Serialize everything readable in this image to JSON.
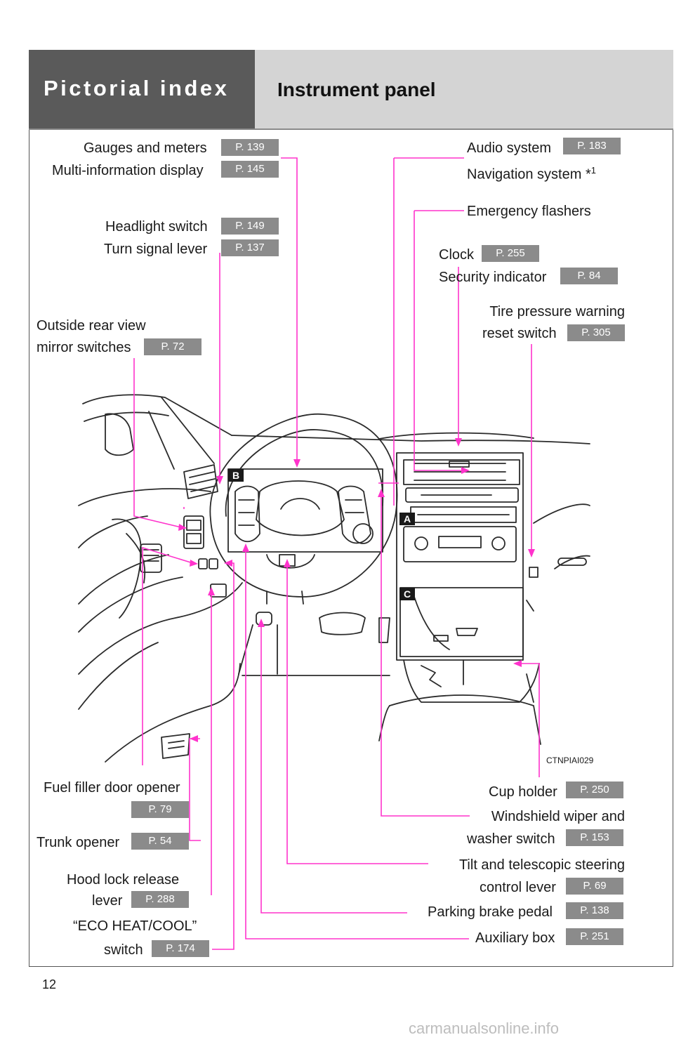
{
  "header": {
    "section_title": "Pictorial index",
    "subsection_title": "Instrument panel",
    "colors": {
      "dark_band": "#5a5a5a",
      "light_band": "#d4d4d4",
      "page_tag": "#8b8b8b",
      "leader_line": "#ff33cc"
    }
  },
  "callouts": {
    "gauges": {
      "label": "Gauges and meters",
      "page": "P. 139"
    },
    "multi_info": {
      "label": "Multi-information display",
      "page": "P. 145"
    },
    "headlight": {
      "label": "Headlight switch",
      "page": "P. 149"
    },
    "turn_signal": {
      "label": "Turn signal lever",
      "page": "P. 137"
    },
    "mirror": {
      "label_line1": "Outside rear view",
      "label_line2": "mirror switches",
      "page": "P. 72"
    },
    "audio": {
      "label": "Audio system",
      "page": "P. 183"
    },
    "navigation": {
      "label": "Navigation system *",
      "footnote": "1"
    },
    "flashers": {
      "label": "Emergency flashers"
    },
    "clock": {
      "label": "Clock",
      "page": "P. 255"
    },
    "security": {
      "label": "Security indicator",
      "page": "P. 84"
    },
    "tire": {
      "label_line1": "Tire pressure warning",
      "label_line2": "reset switch",
      "page": "P. 305"
    },
    "fuel": {
      "label": "Fuel filler door opener",
      "page": "P. 79"
    },
    "trunk": {
      "label": "Trunk opener",
      "page": "P. 54"
    },
    "hood": {
      "label_line1": "Hood lock release",
      "label_line2": "lever",
      "page": "P. 288"
    },
    "eco": {
      "label_line1": "“ECO HEAT/COOL”",
      "label_line2": "switch",
      "page": "P. 174"
    },
    "cup": {
      "label": "Cup holder",
      "page": "P. 250"
    },
    "wiper": {
      "label_line1": "Windshield wiper and",
      "label_line2": "washer switch",
      "page": "P. 153"
    },
    "tilt": {
      "label_line1": "Tilt and telescopic steering",
      "label_line2": "control lever",
      "page": "P. 69"
    },
    "parking": {
      "label": "Parking brake pedal",
      "page": "P. 138"
    },
    "aux": {
      "label": "Auxiliary box",
      "page": "P. 251"
    }
  },
  "figure": {
    "markers": [
      "A",
      "B",
      "C"
    ],
    "code": "CTNPIAI029"
  },
  "footer": {
    "page_number": "12",
    "watermark": "carmanualsonline.info"
  }
}
